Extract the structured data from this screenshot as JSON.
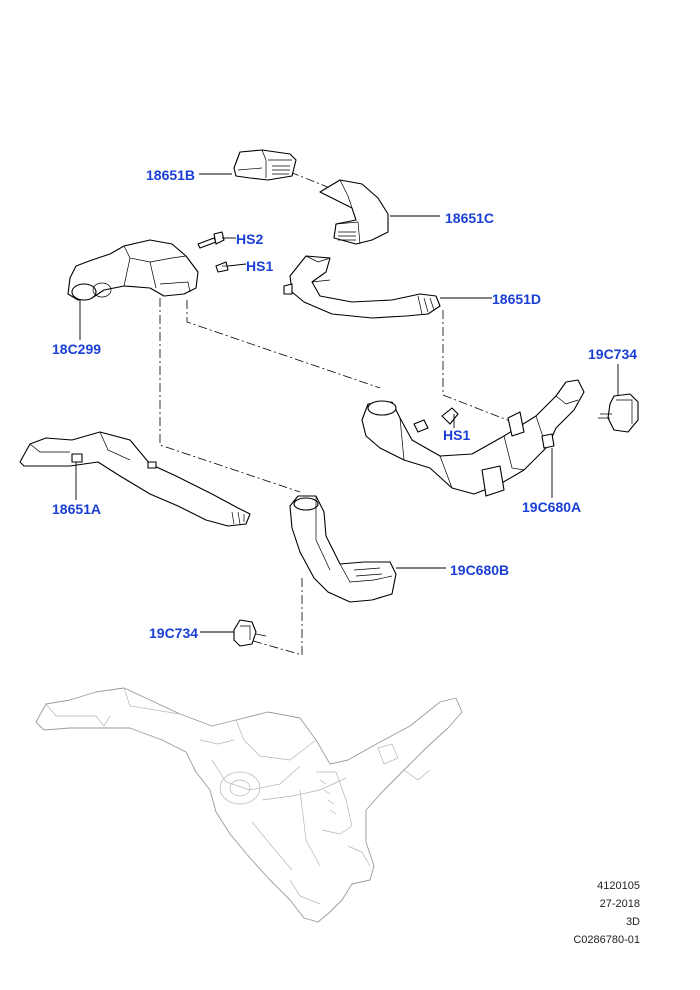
{
  "callouts": {
    "c18651b": "18651B",
    "hs2": "HS2",
    "hs1_top": "HS1",
    "c18651c": "18651C",
    "c18299": "18C299",
    "c18651d": "18651D",
    "c19c734_right": "19C734",
    "hs1_mid": "HS1",
    "c18651a": "18651A",
    "c19c680a": "19C680A",
    "c19c680b": "19C680B",
    "c19c734_left": "19C734"
  },
  "reference_block": {
    "line1": "4120105",
    "line2": "27-2018",
    "line3": "3D",
    "line4": "C0286780-01"
  },
  "colors": {
    "callout_text": "#1a3fd6",
    "part_outline": "#000000",
    "context_outline": "#9a9a9a"
  }
}
